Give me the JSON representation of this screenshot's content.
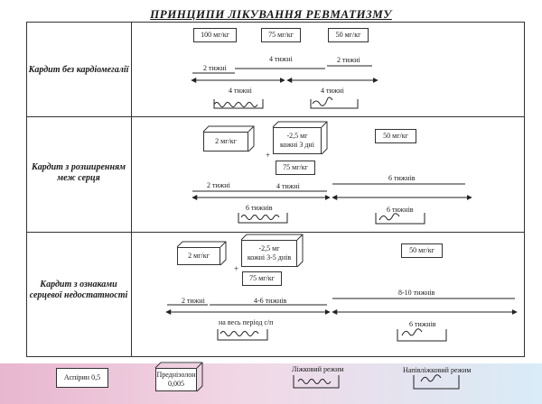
{
  "title": "ПРИНЦИПИ ЛІКУВАННЯ РЕВМАТИЗМУ",
  "rows": [
    {
      "label": "Кардит без кардіомегалії",
      "doses": [
        "100 мг/кг",
        "75 мг/кг",
        "50 мг/кг"
      ],
      "durations": [
        "2 тижні",
        "4 тижні",
        "2 тижні"
      ],
      "regimen": [
        "4 тижні",
        "4 тижні"
      ]
    },
    {
      "label_lines": [
        "Кардит з розширенням",
        "меж серця"
      ],
      "pred_dose": "2 мг/кг",
      "taper_lines": [
        "-2,5 мг",
        "кожні 3 дні"
      ],
      "aspirin_dose": "75 мг/кг",
      "final_dose": "50 мг/кг",
      "durations": [
        "2 тижні",
        "4 тижні",
        "6 тижнів"
      ],
      "regimen": [
        "6 тижнів",
        "6 тижнів"
      ]
    },
    {
      "label_lines": [
        "Кардит з ознаками",
        "серцевої недостатності"
      ],
      "pred_dose": "2 мг/кг",
      "taper_lines": [
        "-2,5 мг",
        "кожні 3-5 днів"
      ],
      "aspirin_dose": "75 мг/кг",
      "final_dose": "50 мг/кг",
      "durations": [
        "2 тижні",
        "4-6 тижнів",
        "8-10 тижнів"
      ],
      "regimen": [
        "на весь період с/п",
        "6 тижнів"
      ]
    }
  ],
  "legend": {
    "aspirin": "Аспірин 0,5",
    "prednisolone_lines": [
      "Преднізолон",
      "0,005"
    ],
    "bed": "Ліжковий режим",
    "half_bed": "Напівліжковий режим"
  }
}
